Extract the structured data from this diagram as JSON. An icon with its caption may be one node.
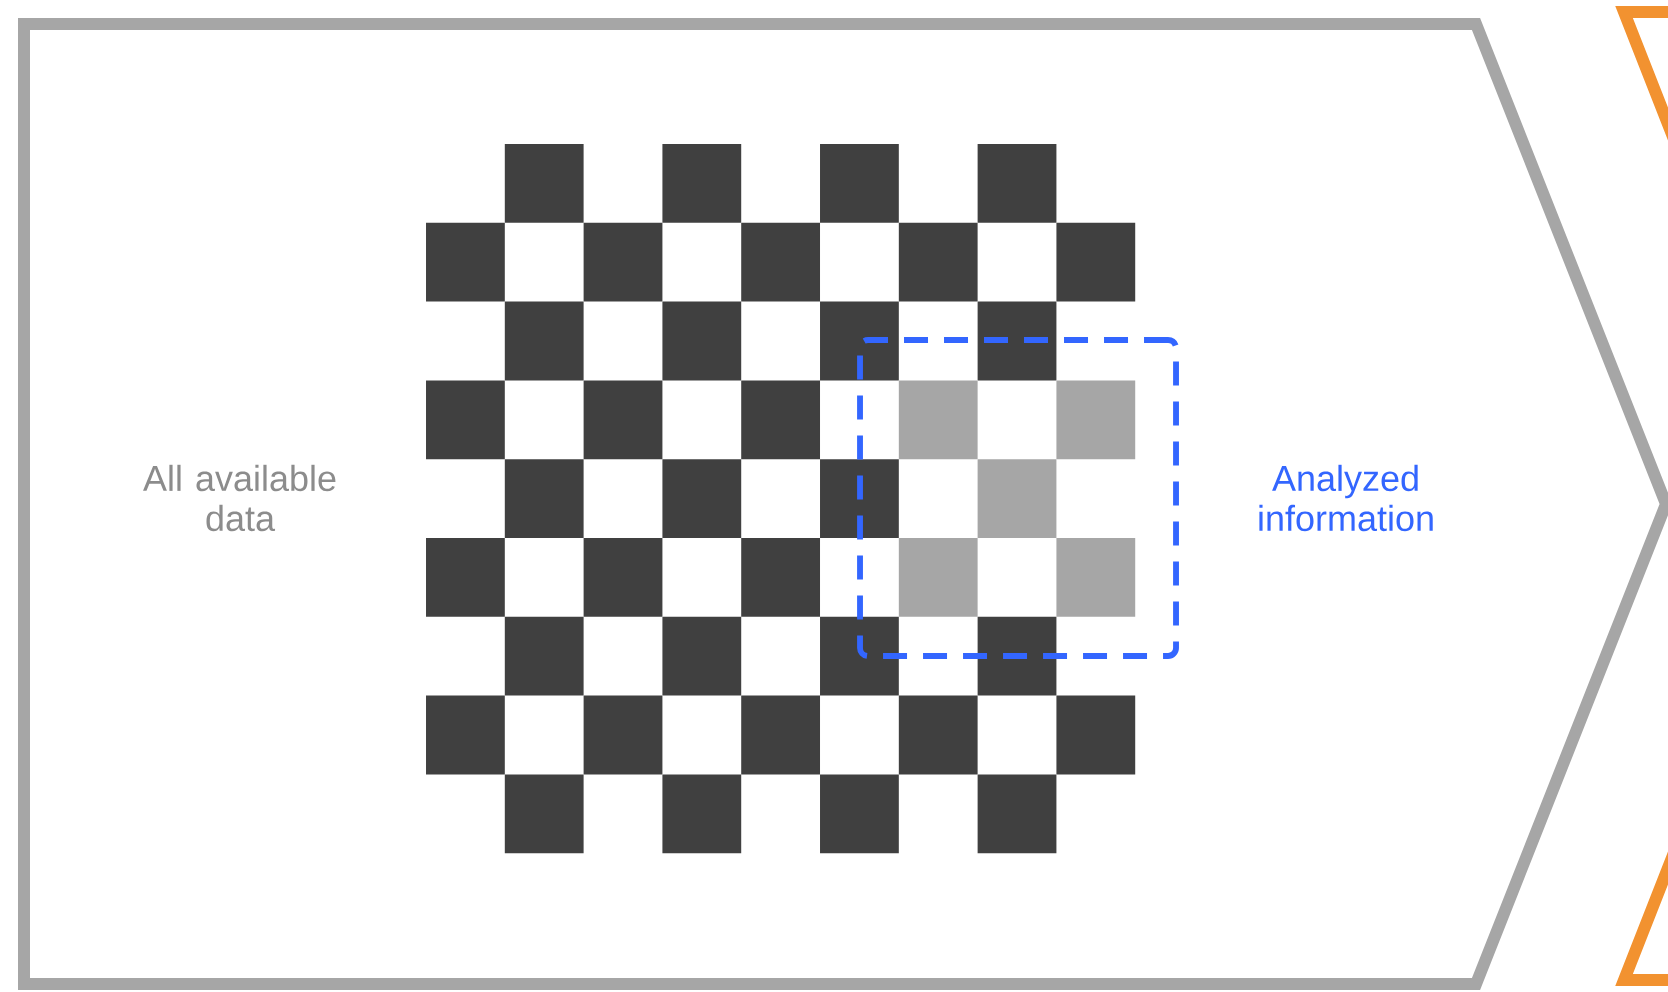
{
  "diagram": {
    "nodes": [
      {
        "text": [],
        "shape": "chevron"
      },
      {
        "text": [
          "Analyzed information"
        ],
        "in": 0
      },
      {
        "text": [],
        "shape": "chevron"
      }
    ],
    "labels": [
      "All available data"
    ]
  }
}
